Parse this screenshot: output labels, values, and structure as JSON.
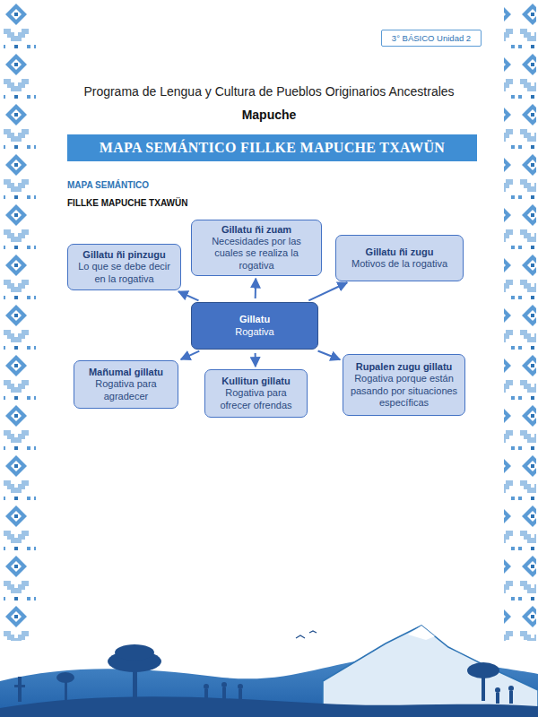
{
  "diagram": {
    "title": "MAPA SEMÁNTICO FILLKE MAPUCHE TXAWÜN",
    "nodes": [
      {
        "text": [
          "3° BÁSICO Unidad 2"
        ]
      },
      {
        "text": [
          "Gillatu ñi pinzugu",
          "Lo que se debe decir en la rogativa"
        ]
      },
      {
        "text": [
          "Gillatu ñi zuam",
          "Necesidades por las cuales se realiza la rogativa"
        ]
      },
      {
        "text": [
          "Gillatu ñi zugu",
          "Motivos de la rogativa"
        ]
      },
      {
        "text": [
          "Gillatu",
          "Rogativa"
        ]
      },
      {
        "text": [
          "Mañumal gillatu",
          "Rogativa para agradecer"
        ]
      },
      {
        "text": [
          "Kullitun gillatu",
          "Rogativa para ofrecer ofrendas"
        ]
      },
      {
        "text": [
          "Rupalen zugu gillatu",
          "Rogativa porque están pasando por situaciones específicas"
        ]
      }
    ],
    "edges": [
      {
        "from": 4,
        "to": 1,
        "arrow": "to"
      },
      {
        "from": 4,
        "to": 2,
        "arrow": "to"
      },
      {
        "from": 4,
        "to": 3,
        "arrow": "to"
      },
      {
        "from": 4,
        "to": 5,
        "arrow": "to"
      },
      {
        "from": 4,
        "to": 6,
        "arrow": "to"
      },
      {
        "from": 4,
        "to": 7,
        "arrow": "to"
      }
    ],
    "labels": [
      "Programa de Lengua y Cultura de Pueblos Originarios Ancestrales",
      "Mapuche",
      "MAPA SEMÁNTICO",
      "FILLKE MAPUCHE TXAWÜN"
    ]
  }
}
